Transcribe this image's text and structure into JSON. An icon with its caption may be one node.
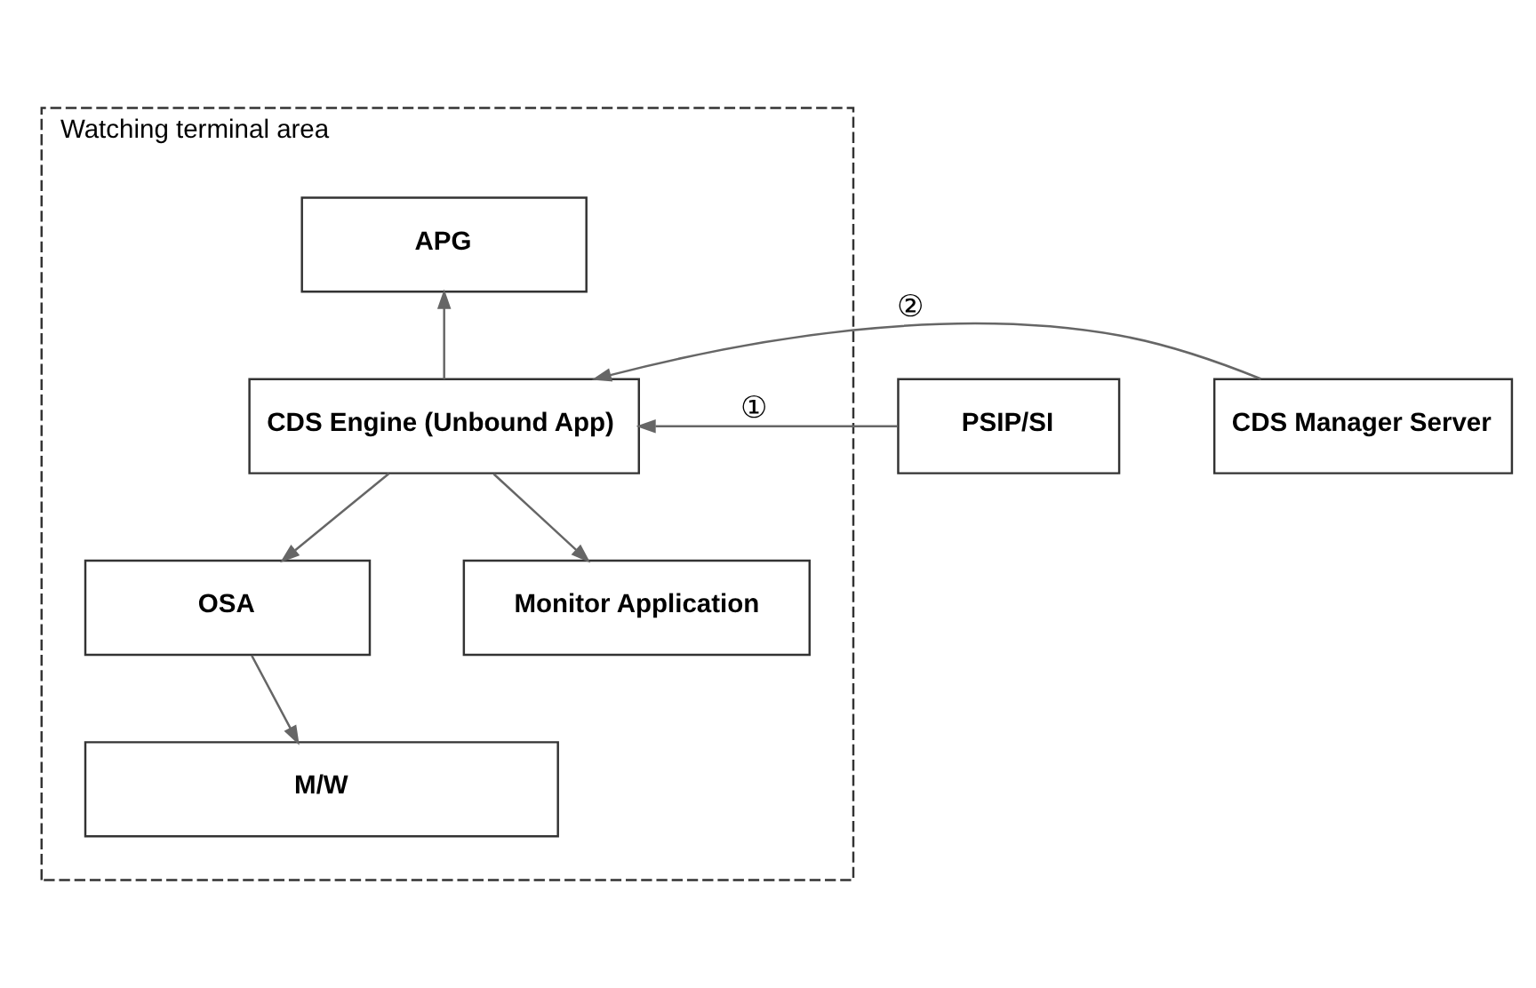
{
  "diagram": {
    "nodes": [
      {
        "text": [
          "Watching terminal area"
        ]
      },
      {
        "text": [
          "APG"
        ],
        "in": 0
      },
      {
        "text": [
          "CDS Engine (Unbound App)"
        ],
        "in": 0
      },
      {
        "text": [
          "OSA"
        ],
        "in": 0
      },
      {
        "text": [
          "Monitor Application"
        ],
        "in": 0
      },
      {
        "text": [
          "M/W"
        ],
        "in": 0
      },
      {
        "text": [
          "PSIP/SI"
        ]
      },
      {
        "text": [
          "CDS Manager Server"
        ]
      }
    ],
    "edges": [
      {
        "from": 2,
        "to": 1,
        "arrow": "to"
      },
      {
        "from": 6,
        "to": 2,
        "arrow": "to",
        "label": "①"
      },
      {
        "from": 7,
        "to": 2,
        "arrow": "to",
        "label": "②"
      },
      {
        "from": 2,
        "to": 4,
        "arrow": "to"
      },
      {
        "from": 2,
        "to": 3,
        "arrow": "to"
      },
      {
        "from": 3,
        "to": 5,
        "arrow": "to"
      }
    ]
  }
}
